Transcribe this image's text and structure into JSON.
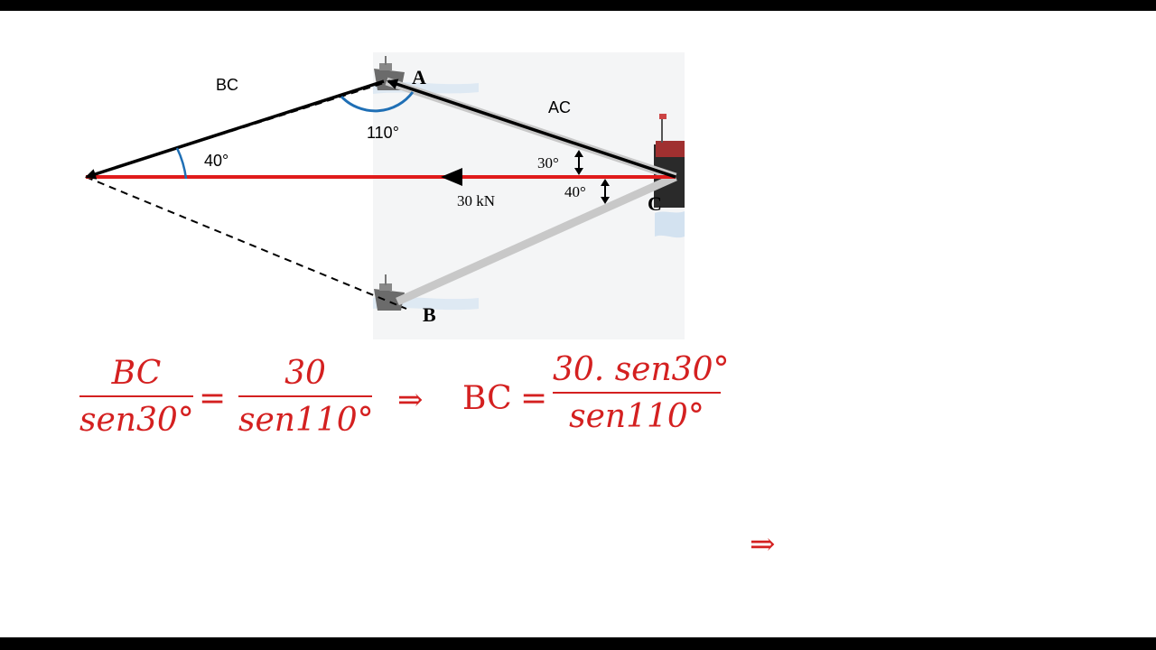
{
  "diagram": {
    "labels": {
      "bc": "BC",
      "ac": "AC",
      "angle_a": "110°",
      "angle_left": "40°",
      "angle_c_top": "30°",
      "angle_c_bottom": "40°",
      "force": "30 kN",
      "point_a": "A",
      "point_b": "B",
      "point_c": "C"
    },
    "colors": {
      "force": "#e01b1b",
      "vector": "#000000",
      "cable": "#c8c8c8",
      "arc": "#1f6fb5",
      "equation": "#d42020"
    }
  },
  "equation": {
    "lhs_num": "BC",
    "lhs_den": "sen30°",
    "equals": "=",
    "mid_num": "30",
    "mid_den": "sen110°",
    "implies": "⇒",
    "rhs_lhs": "BC",
    "rhs_equals": "=",
    "rhs_num": "30. sen30°",
    "rhs_den": "sen110°"
  },
  "second_step": {
    "implies": "⇒"
  }
}
